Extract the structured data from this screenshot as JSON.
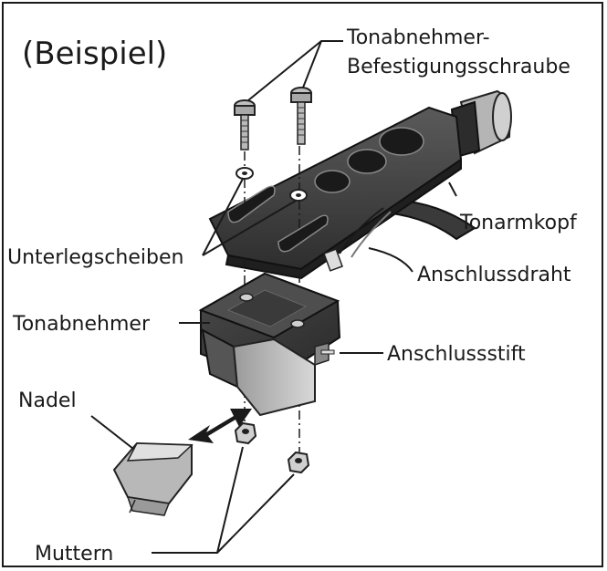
{
  "title": "(Beispiel)",
  "labels": {
    "screw": [
      "Tonabnehmer-",
      "Befestigungsschraube"
    ],
    "headshell": "Tonarmkopf",
    "washers": "Unterlegscheiben",
    "lead_wire": "Anschlussdraht",
    "cartridge": "Tonabnehmer",
    "pin": "Anschlussstift",
    "stylus": "Nadel",
    "nuts": "Muttern"
  },
  "colors": {
    "dark_part": "#3c3c3c",
    "dark_edge": "#222222",
    "mid_gray": "#8a8a8a",
    "light_gray": "#c8c8c8",
    "line": "#1a1a1a"
  }
}
